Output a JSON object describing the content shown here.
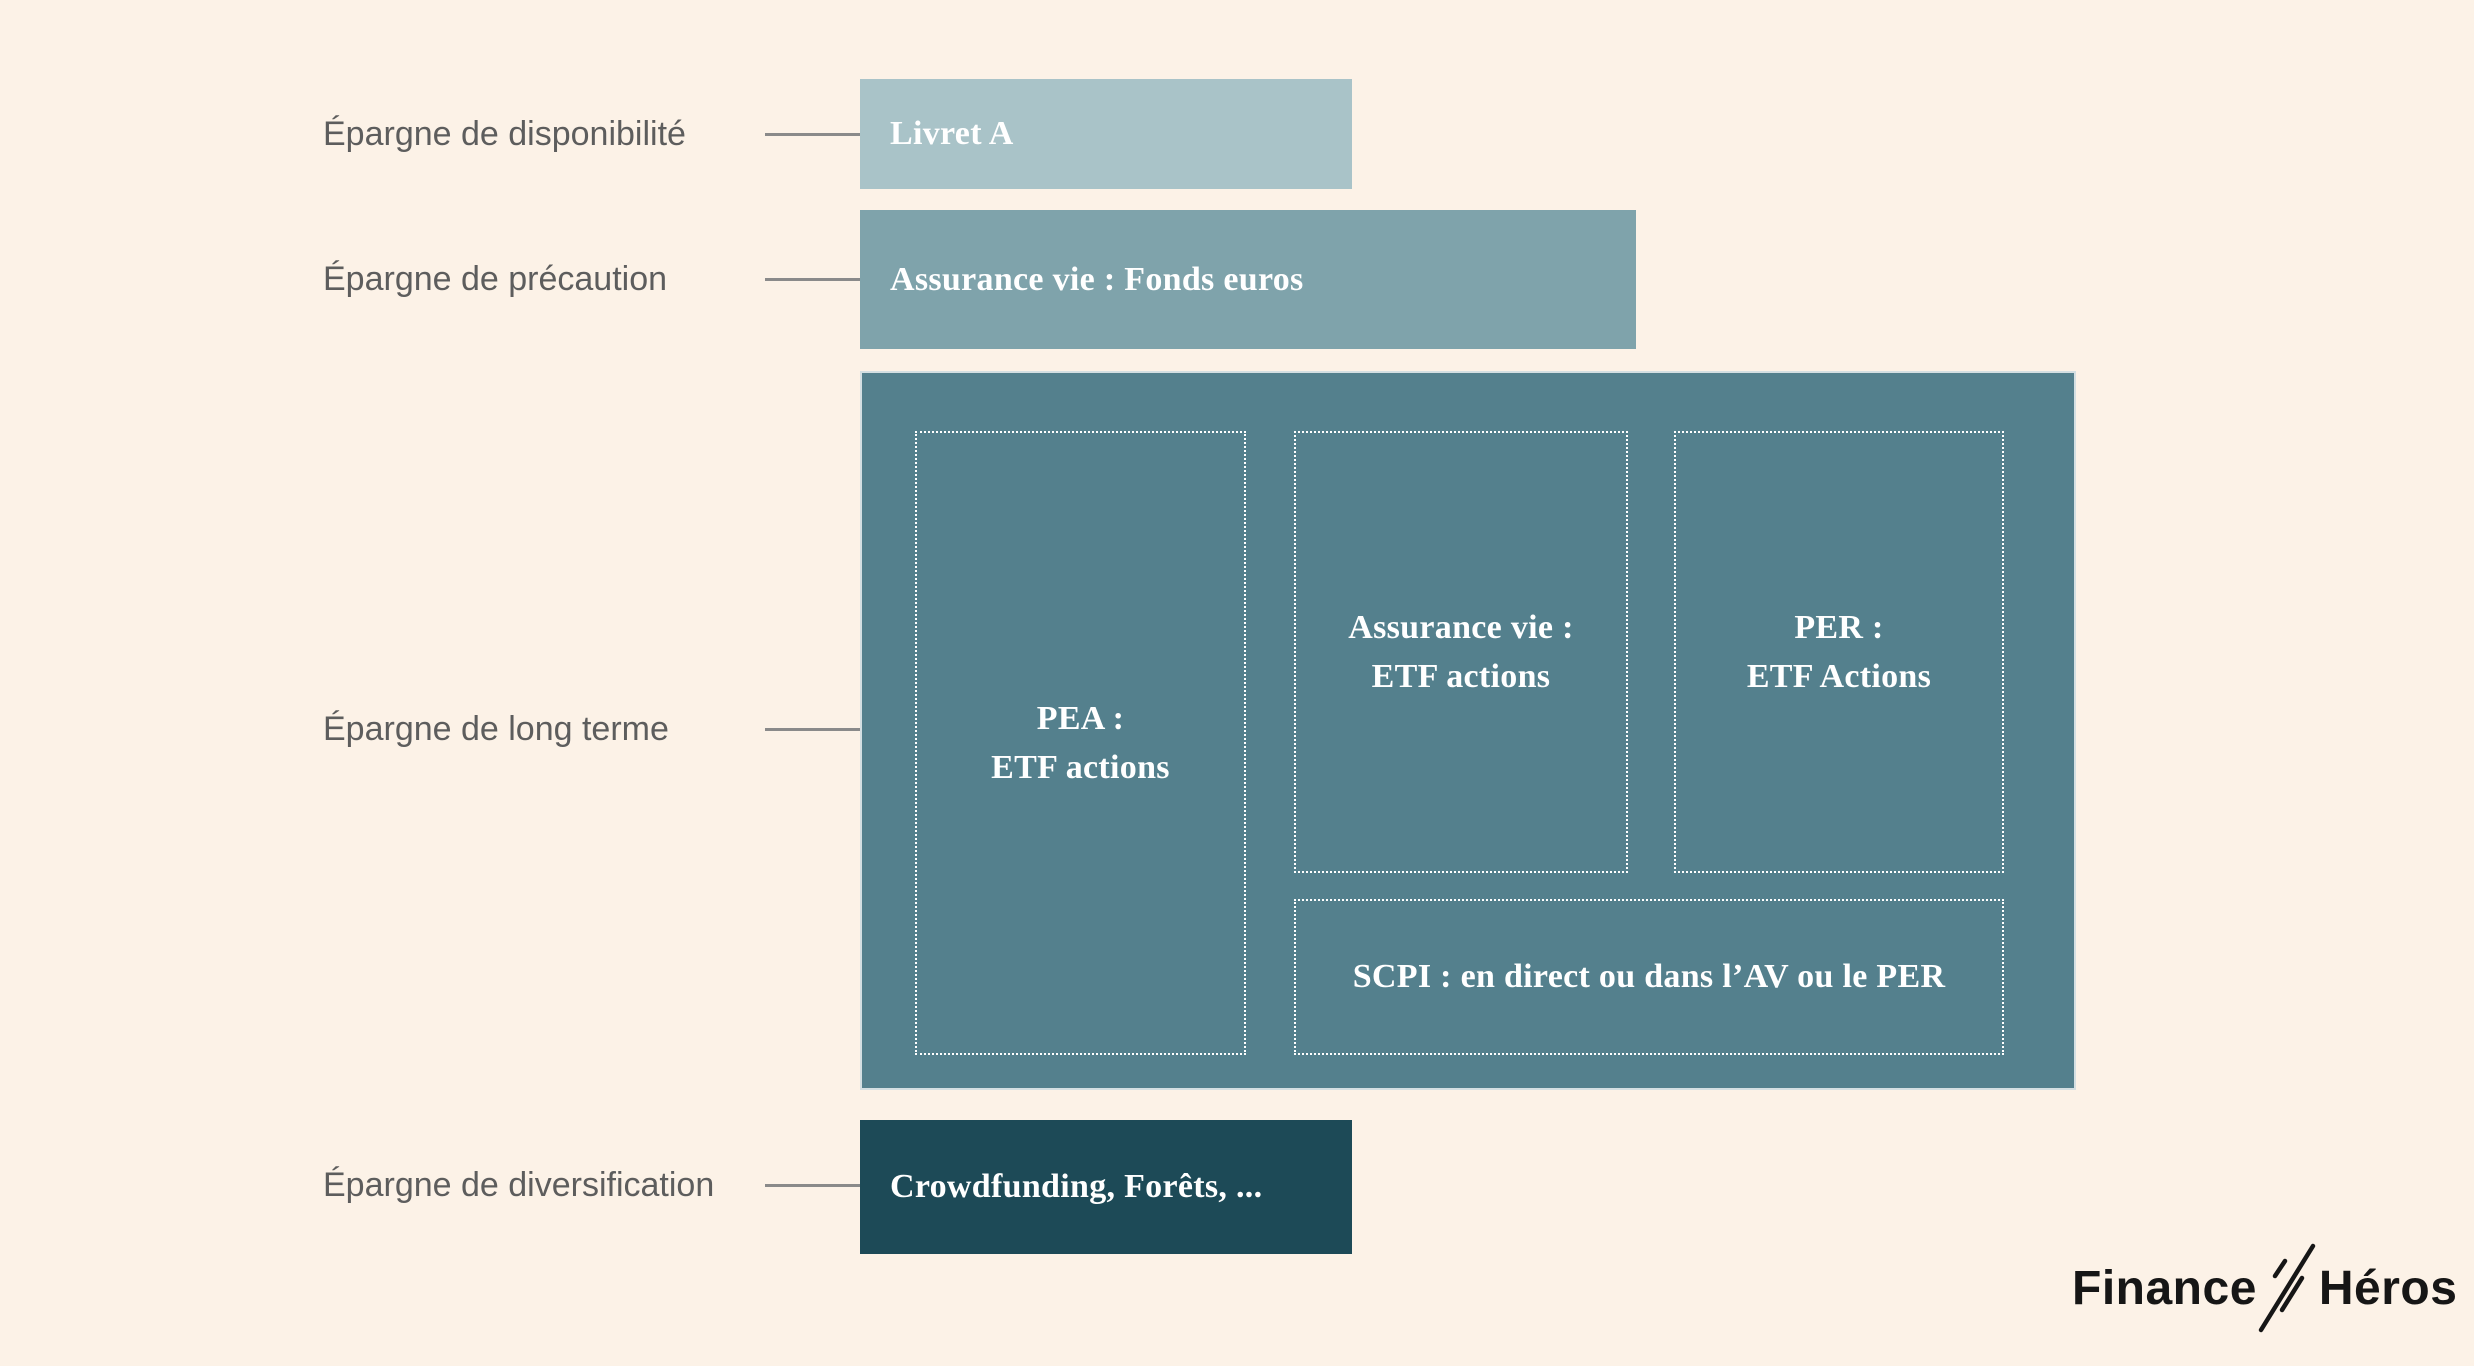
{
  "colors": {
    "background": "#fcf2e7",
    "box_disponibilite": "#a9c3c8",
    "box_precaution": "#7fa3ab",
    "box_long_terme": "#54808d",
    "box_diversification": "#1d4a57",
    "category_label_text": "#5d5d5d",
    "connector_line": "#8a8a8a",
    "box_text": "#ffffff",
    "logo_text": "#161616"
  },
  "categories": {
    "disponibilite": "Épargne de disponibilité",
    "precaution": "Épargne de précaution",
    "long_terme": "Épargne de long terme",
    "diversification": "Épargne de diversification"
  },
  "boxes": {
    "disponibilite": "Livret A",
    "precaution": "Assurance vie : Fonds euros",
    "long_terme": {
      "pea": {
        "line1": "PEA :",
        "line2": "ETF actions"
      },
      "assurance_vie": {
        "line1": "Assurance vie :",
        "line2": "ETF actions"
      },
      "per": {
        "line1": "PER :",
        "line2": "ETF Actions"
      },
      "scpi": "SCPI : en direct ou dans l’AV ou le PER"
    },
    "diversification": "Crowdfunding, Forêts, ..."
  },
  "logo": {
    "part1": "Finance",
    "part2": "Héros"
  }
}
